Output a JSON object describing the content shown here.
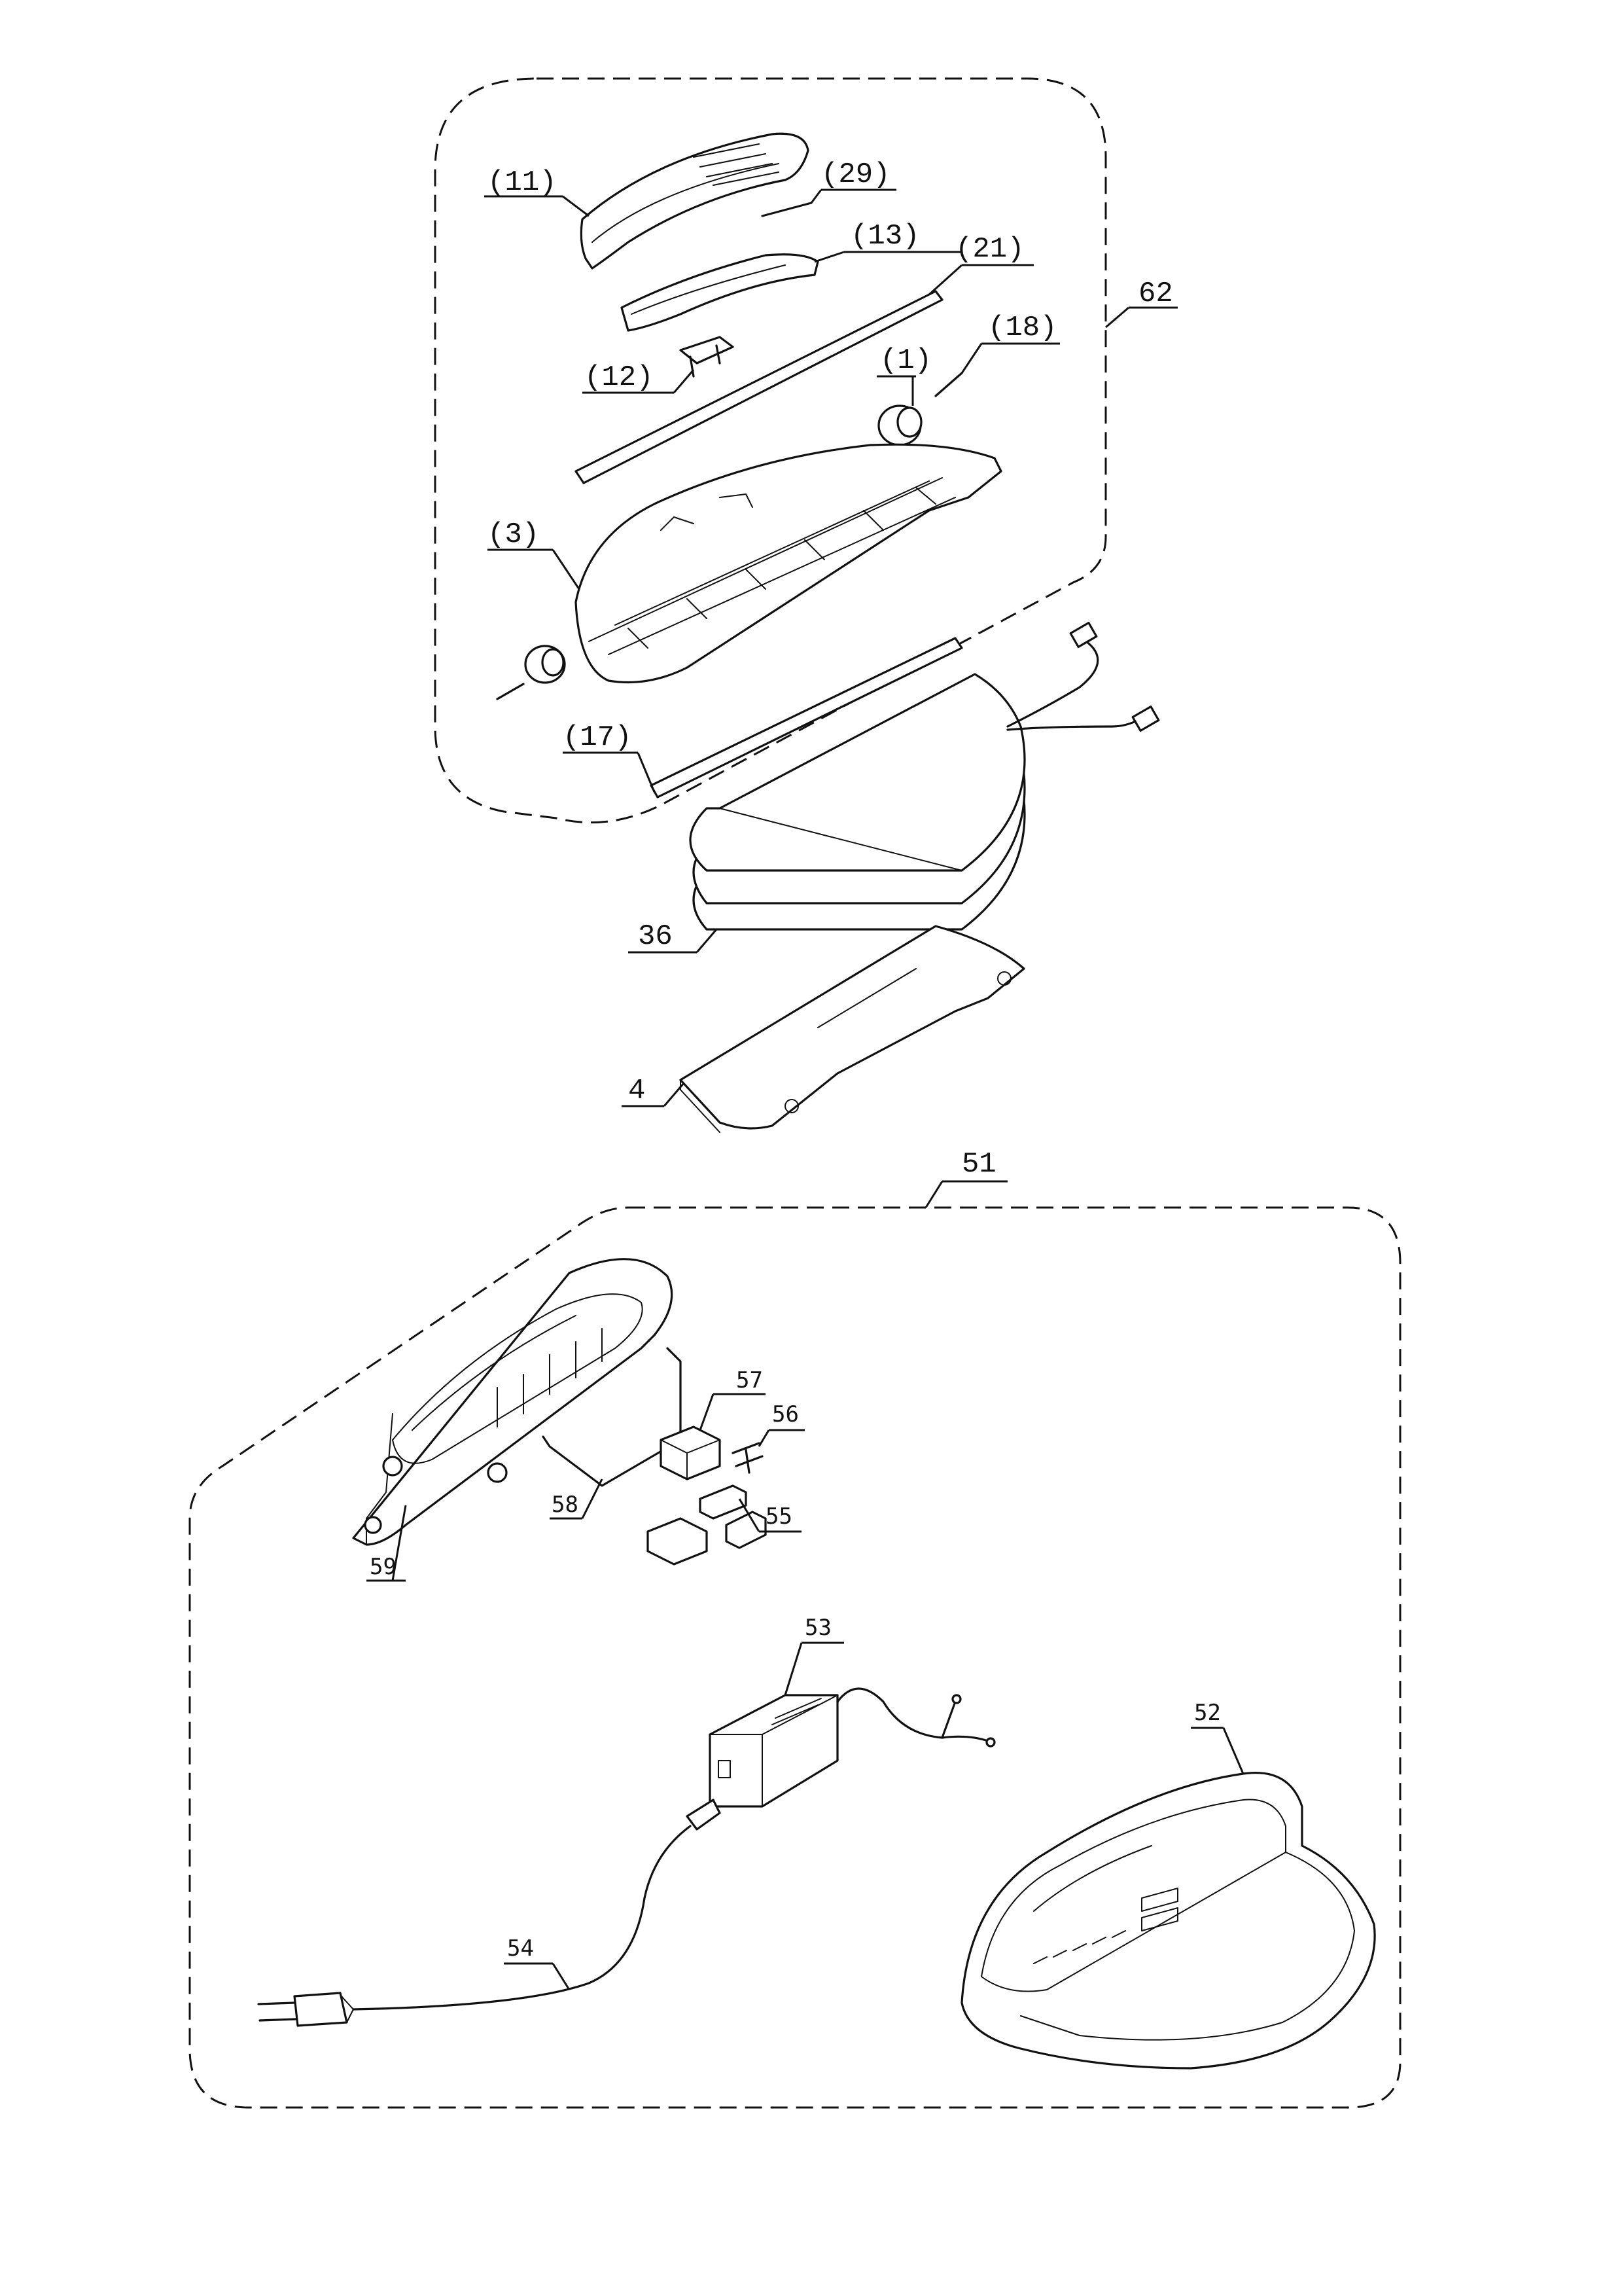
{
  "groups": [
    {
      "id": "62",
      "label": "62"
    },
    {
      "id": "51",
      "label": "51"
    }
  ],
  "callouts": {
    "p11": "(11)",
    "p29": "(29)",
    "p13": "(13)",
    "p21": "(21)",
    "p12": "(12)",
    "p1": "(1)",
    "p18": "(18)",
    "p3": "(3)",
    "p17": "(17)",
    "p36": "36",
    "p4": "4",
    "p57": "57",
    "p56": "56",
    "p58": "58",
    "p55": "55",
    "p59": "59",
    "p53": "53",
    "p52": "52",
    "p54": "54"
  }
}
